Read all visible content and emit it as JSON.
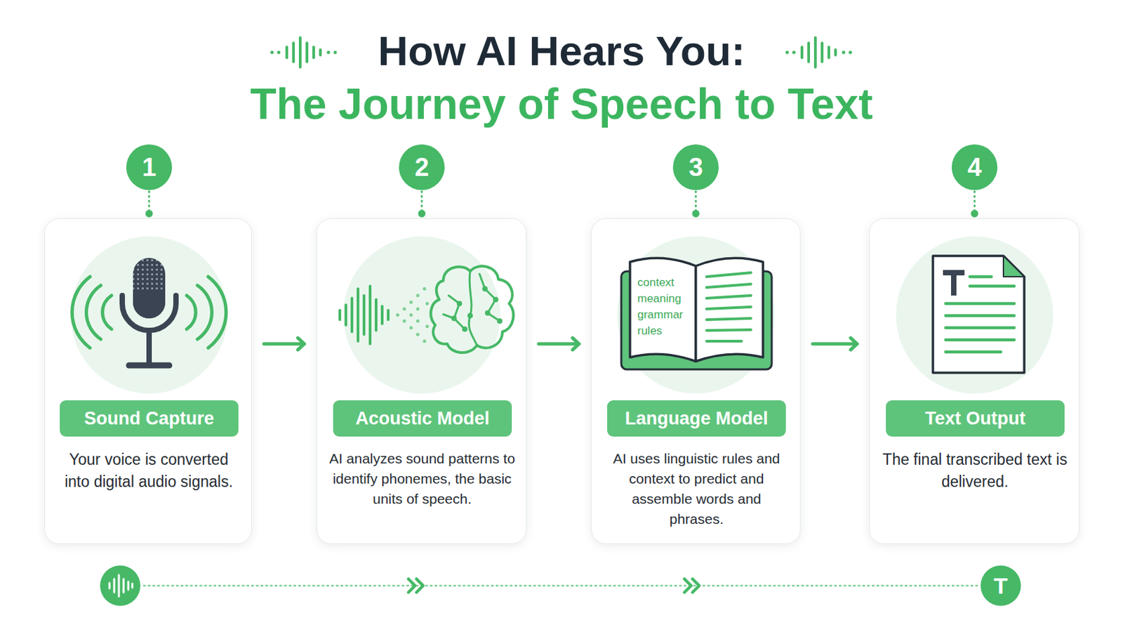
{
  "diagram": {
    "title": "How AI Hears You:",
    "nodes": [
      {
        "text": [
          "1"
        ]
      },
      {
        "text": [
          "Sound Capture",
          "Your voice is converted into digital audio signals."
        ]
      },
      {
        "text": [
          "2"
        ]
      },
      {
        "text": [
          "Acoustic Model",
          "AI analyzes sound patterns to identify phonemes, the basic units of speech."
        ]
      },
      {
        "text": [
          "3"
        ]
      },
      {
        "text": [
          "Language Model",
          "AI uses linguistic rules and context to predict and assemble words and phrases."
        ]
      },
      {
        "text": [
          "4"
        ]
      },
      {
        "text": [
          "Text Output",
          "The final transcribed text is delivered."
        ]
      }
    ],
    "edges": [
      {
        "from": 0,
        "to": 1,
        "arrow": "none"
      },
      {
        "from": 2,
        "to": 3,
        "arrow": "none"
      },
      {
        "from": 4,
        "to": 5,
        "arrow": "none"
      },
      {
        "from": 6,
        "to": 7,
        "arrow": "none"
      },
      {
        "from": 1,
        "to": 3,
        "arrow": "to"
      },
      {
        "from": 3,
        "to": 5,
        "arrow": "to"
      },
      {
        "from": 5,
        "to": 7,
        "arrow": "to"
      }
    ],
    "labels": [
      "The Journey of Speech to Text",
      "context",
      "meaning",
      "grammar",
      "rules",
      "T"
    ]
  }
}
